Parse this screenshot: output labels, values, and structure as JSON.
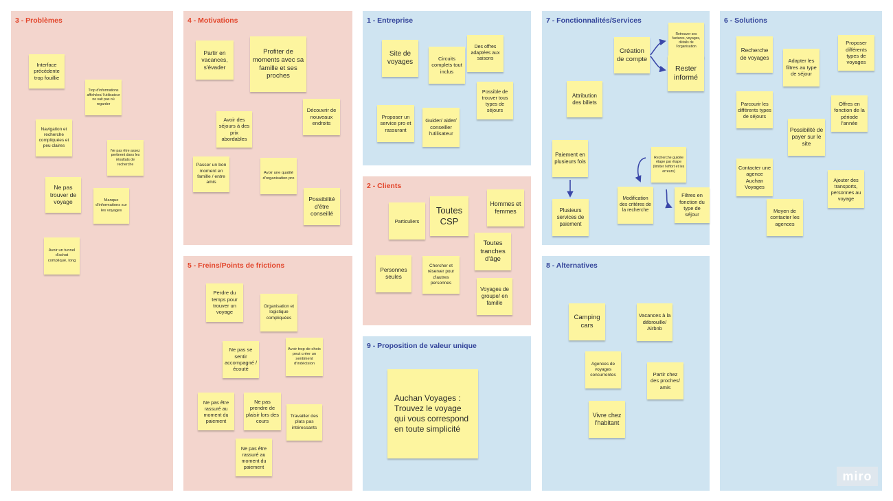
{
  "panels": {
    "p3": {
      "title": "3 - Problèmes",
      "notes": [
        "Interface précédente trop fouillie",
        "Trop d'informations affichées/ l'utilisateur ne sait pas où regarder",
        "Navigation et recherche compliquées et peu claires",
        "Ne pas être assez pertinent dans les résultats de recherche",
        "Ne pas trouver de voyage",
        "Manque d'informations sur les voyages",
        "Avoir un tunnel d'achat compliqué, long"
      ]
    },
    "p4": {
      "title": "4 - Motivations",
      "notes": [
        "Partir en vacances, s'évader",
        "Profiter de moments avec sa famille et ses proches",
        "Avoir des séjours à des prix abordables",
        "Découvrir de nouveaux endroits",
        "Passer un bon moment en famille / entre amis",
        "Avoir une qualité d'organisation pro",
        "Possibilité d'être conseillé"
      ]
    },
    "p5": {
      "title": "5 - Freins/Points de frictions",
      "notes": [
        "Perdre du temps pour trouver un voyage",
        "Organisation et logistique compliquées",
        "Ne pas se sentir accompagné / écouté",
        "Avoir trop de choix peut créer un sentiment d'indécision",
        "Ne pas être rassuré au moment du paiement",
        "Ne pas prendre de plaisir lors des cours",
        "Travailler des plats pas intéressants",
        "Ne pas être rassuré au moment du paiement"
      ]
    },
    "p1": {
      "title": "1 - Entreprise",
      "notes": [
        "Site de voyages",
        "Circuits complets tout inclus",
        "Des offres adaptées aux saisons",
        "Possible de trouver tous types de séjours",
        "Proposer un service pro et rassurant",
        "Guider/ aider/ conseiller l'utilisateur"
      ]
    },
    "p2": {
      "title": "2 - Clients",
      "notes": [
        "Particuliers",
        "Toutes CSP",
        "Hommes et femmes",
        "Toutes tranches d'âge",
        "Personnes seules",
        "Chercher et réserver pour d'autres personnes",
        "Voyages de groupe/ en famille"
      ]
    },
    "p9": {
      "title": "9 - Proposition de valeur unique",
      "notes": [
        "Auchan Voyages : Trouvez le voyage qui vous correspond en toute simplicité"
      ]
    },
    "p7": {
      "title": "7 - Fonctionnalités/Services",
      "notes": [
        "Création de compte",
        "Retrouver ses factures, voyages, détails de l'organisation",
        "Rester informé",
        "Attribution des billets",
        "Paiement en plusieurs fois",
        "Plusieurs services de paiement",
        "Recherche guidée étape par étape (limiter l'effort et les erreurs)",
        "Modification des critères de la recherche",
        "Filtres en fonction du type de séjour"
      ]
    },
    "p8": {
      "title": "8 - Alternatives",
      "notes": [
        "Camping cars",
        "Vacances à la débrouille/ Airbnb",
        "Agences de voyages concurrentes",
        "Partir chez des proches/ amis",
        "Vivre chez l'habitant"
      ]
    },
    "p6": {
      "title": "6 - Solutions",
      "notes": [
        "Recherche de voyages",
        "Adapter les filtres au type de séjour",
        "Proposer différents types de voyages",
        "Parcourir les différents types de séjours",
        "Offres en fonction de la période l'année",
        "Possibilité de payer sur le site",
        "Contacter une agence Auchan Voyages",
        "Ajouter des transports, personnes au voyage",
        "Moyen de contacter les agences"
      ]
    }
  },
  "logo": "miro",
  "colors": {
    "pink_panel": "#f3d5cd",
    "blue_panel": "#cfe4f1",
    "sticky": "#fdf59f",
    "title_red": "#e2452b",
    "title_navy": "#33449a",
    "arrow": "#3a47a8"
  }
}
